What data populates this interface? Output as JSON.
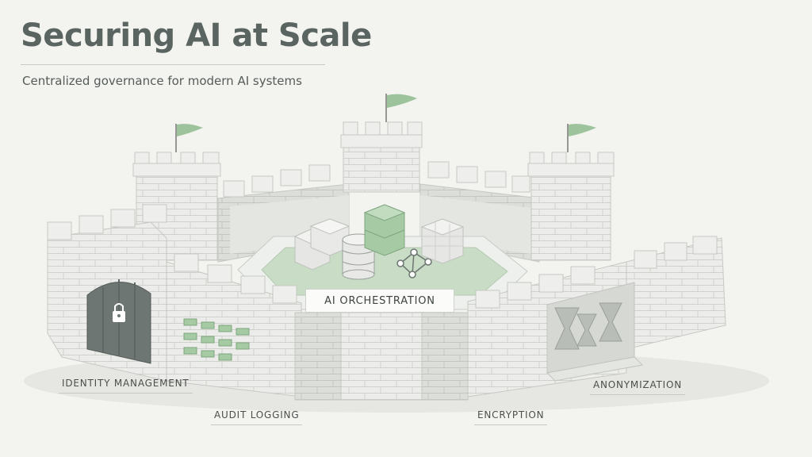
{
  "header": {
    "title": "Securing AI at Scale",
    "subtitle": "Centralized governance for modern AI systems"
  },
  "diagram": {
    "center_label": "AI ORCHESTRATION",
    "labels": {
      "identity": "IDENTITY MANAGEMENT",
      "audit": "AUDIT LOGGING",
      "encryption": "ENCRYPTION",
      "anonymization": "ANONYMIZATION"
    }
  },
  "colors": {
    "background": "#f3f3f0",
    "stone_light": "#ecedea",
    "stone_shadow": "#d6d8d4",
    "accent_green": "#9cc39b",
    "gate": "#6d7672"
  }
}
